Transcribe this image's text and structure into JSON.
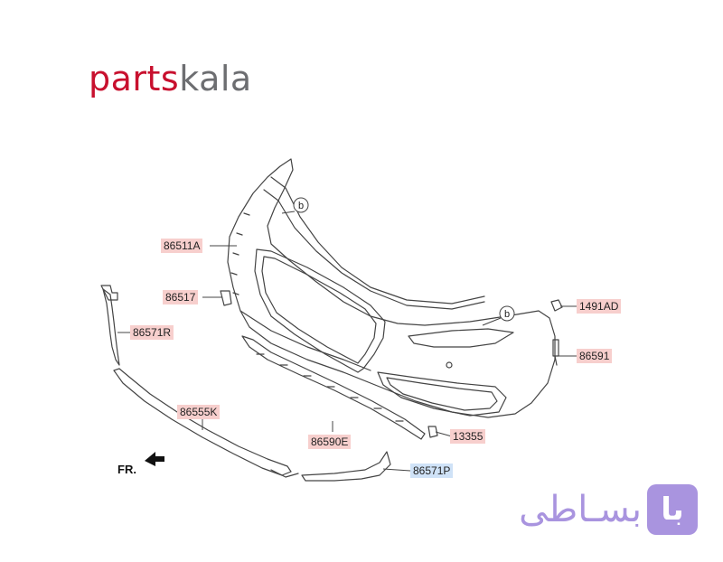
{
  "logo": {
    "part1": "parts",
    "part2": "kala"
  },
  "callouts": {
    "b1": "b",
    "b2": "b"
  },
  "labels": {
    "p86511A": "86511A",
    "p86517": "86517",
    "p86571R": "86571R",
    "p86555K": "86555K",
    "p86590E": "86590E",
    "p13355": "13355",
    "p86571P": "86571P",
    "p1491AD": "1491AD",
    "p86591": "86591"
  },
  "direction": {
    "label": "FR."
  },
  "brand": {
    "text": "بسـاطی",
    "badge": "با"
  },
  "colors": {
    "label_bg": "#f7cfcd",
    "label_bg_highlight": "#cfe2f7",
    "logo_red": "#c8102e",
    "logo_gray": "#6d6e71",
    "brand": "#a994df"
  }
}
